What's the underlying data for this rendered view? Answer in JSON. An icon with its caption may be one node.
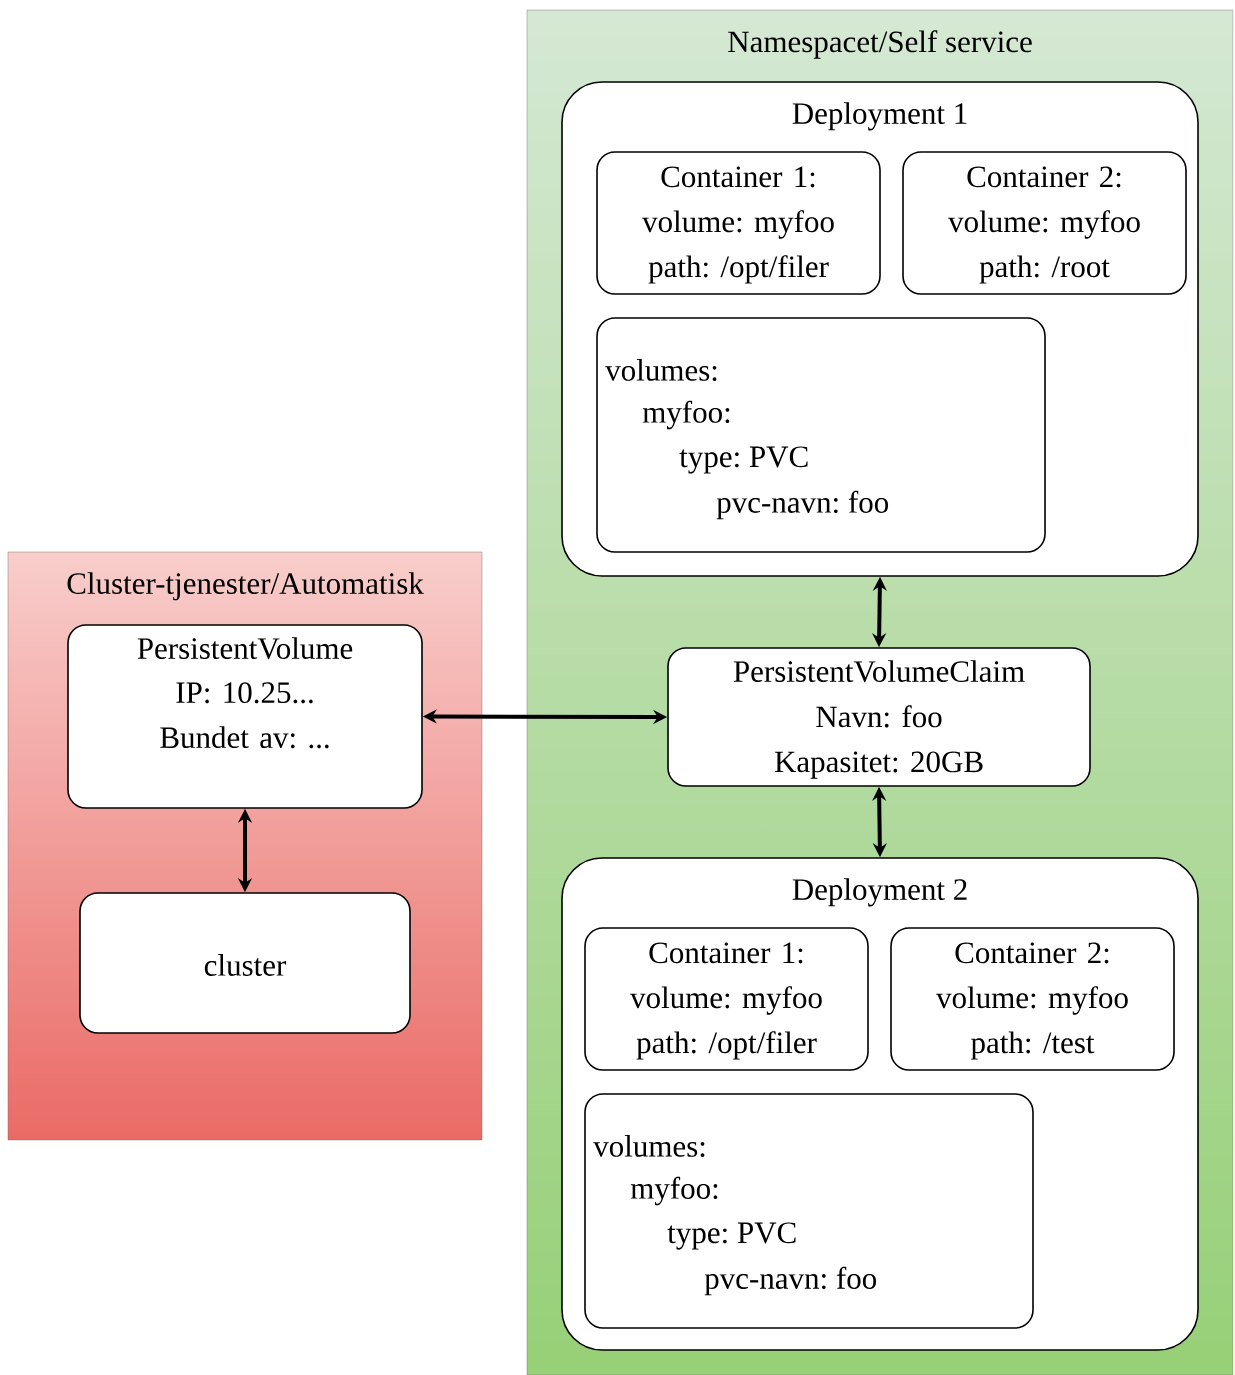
{
  "diagram": {
    "nodes": [
      {
        "text": [
          "Namespacet/Self service"
        ]
      },
      {
        "text": [
          "Deployment 1"
        ],
        "in": 0
      },
      {
        "text": [
          "Container 1: volume: myfoo path: /opt/filer"
        ],
        "in": 1
      },
      {
        "text": [
          "Container 2: volume: myfoo path: /root"
        ],
        "in": 1
      },
      {
        "text": [
          "volumes:",
          "myfoo:",
          "type: PVC",
          "pvc-navn: foo"
        ],
        "in": 1
      },
      {
        "text": [
          "PersistentVolumeClaim",
          "Navn: foo Kapasitet: 20GB"
        ],
        "in": 0
      },
      {
        "text": [
          "Deployment 2"
        ],
        "in": 0
      },
      {
        "text": [
          "Container 1: volume: myfoo path: /opt/filer"
        ],
        "in": 6
      },
      {
        "text": [
          "Container 2: volume: myfoo path: /test"
        ],
        "in": 6
      },
      {
        "text": [
          "volumes:",
          "myfoo:",
          "type: PVC",
          "pvc-navn: foo"
        ],
        "in": 6
      },
      {
        "text": [
          "Cluster-tjenester/Automatisk"
        ]
      },
      {
        "text": [
          "PersistentVolume",
          "IP: 10.25... Bundet av: ..."
        ],
        "in": 10
      },
      {
        "text": [
          "cluster"
        ],
        "in": 10
      }
    ],
    "edges": [
      {
        "from": 1,
        "to": 5,
        "arrow": "both"
      },
      {
        "from": 11,
        "to": 5,
        "arrow": "both"
      },
      {
        "from": 5,
        "to": 6,
        "arrow": "both"
      },
      {
        "from": 11,
        "to": 12,
        "arrow": "both"
      }
    ]
  }
}
